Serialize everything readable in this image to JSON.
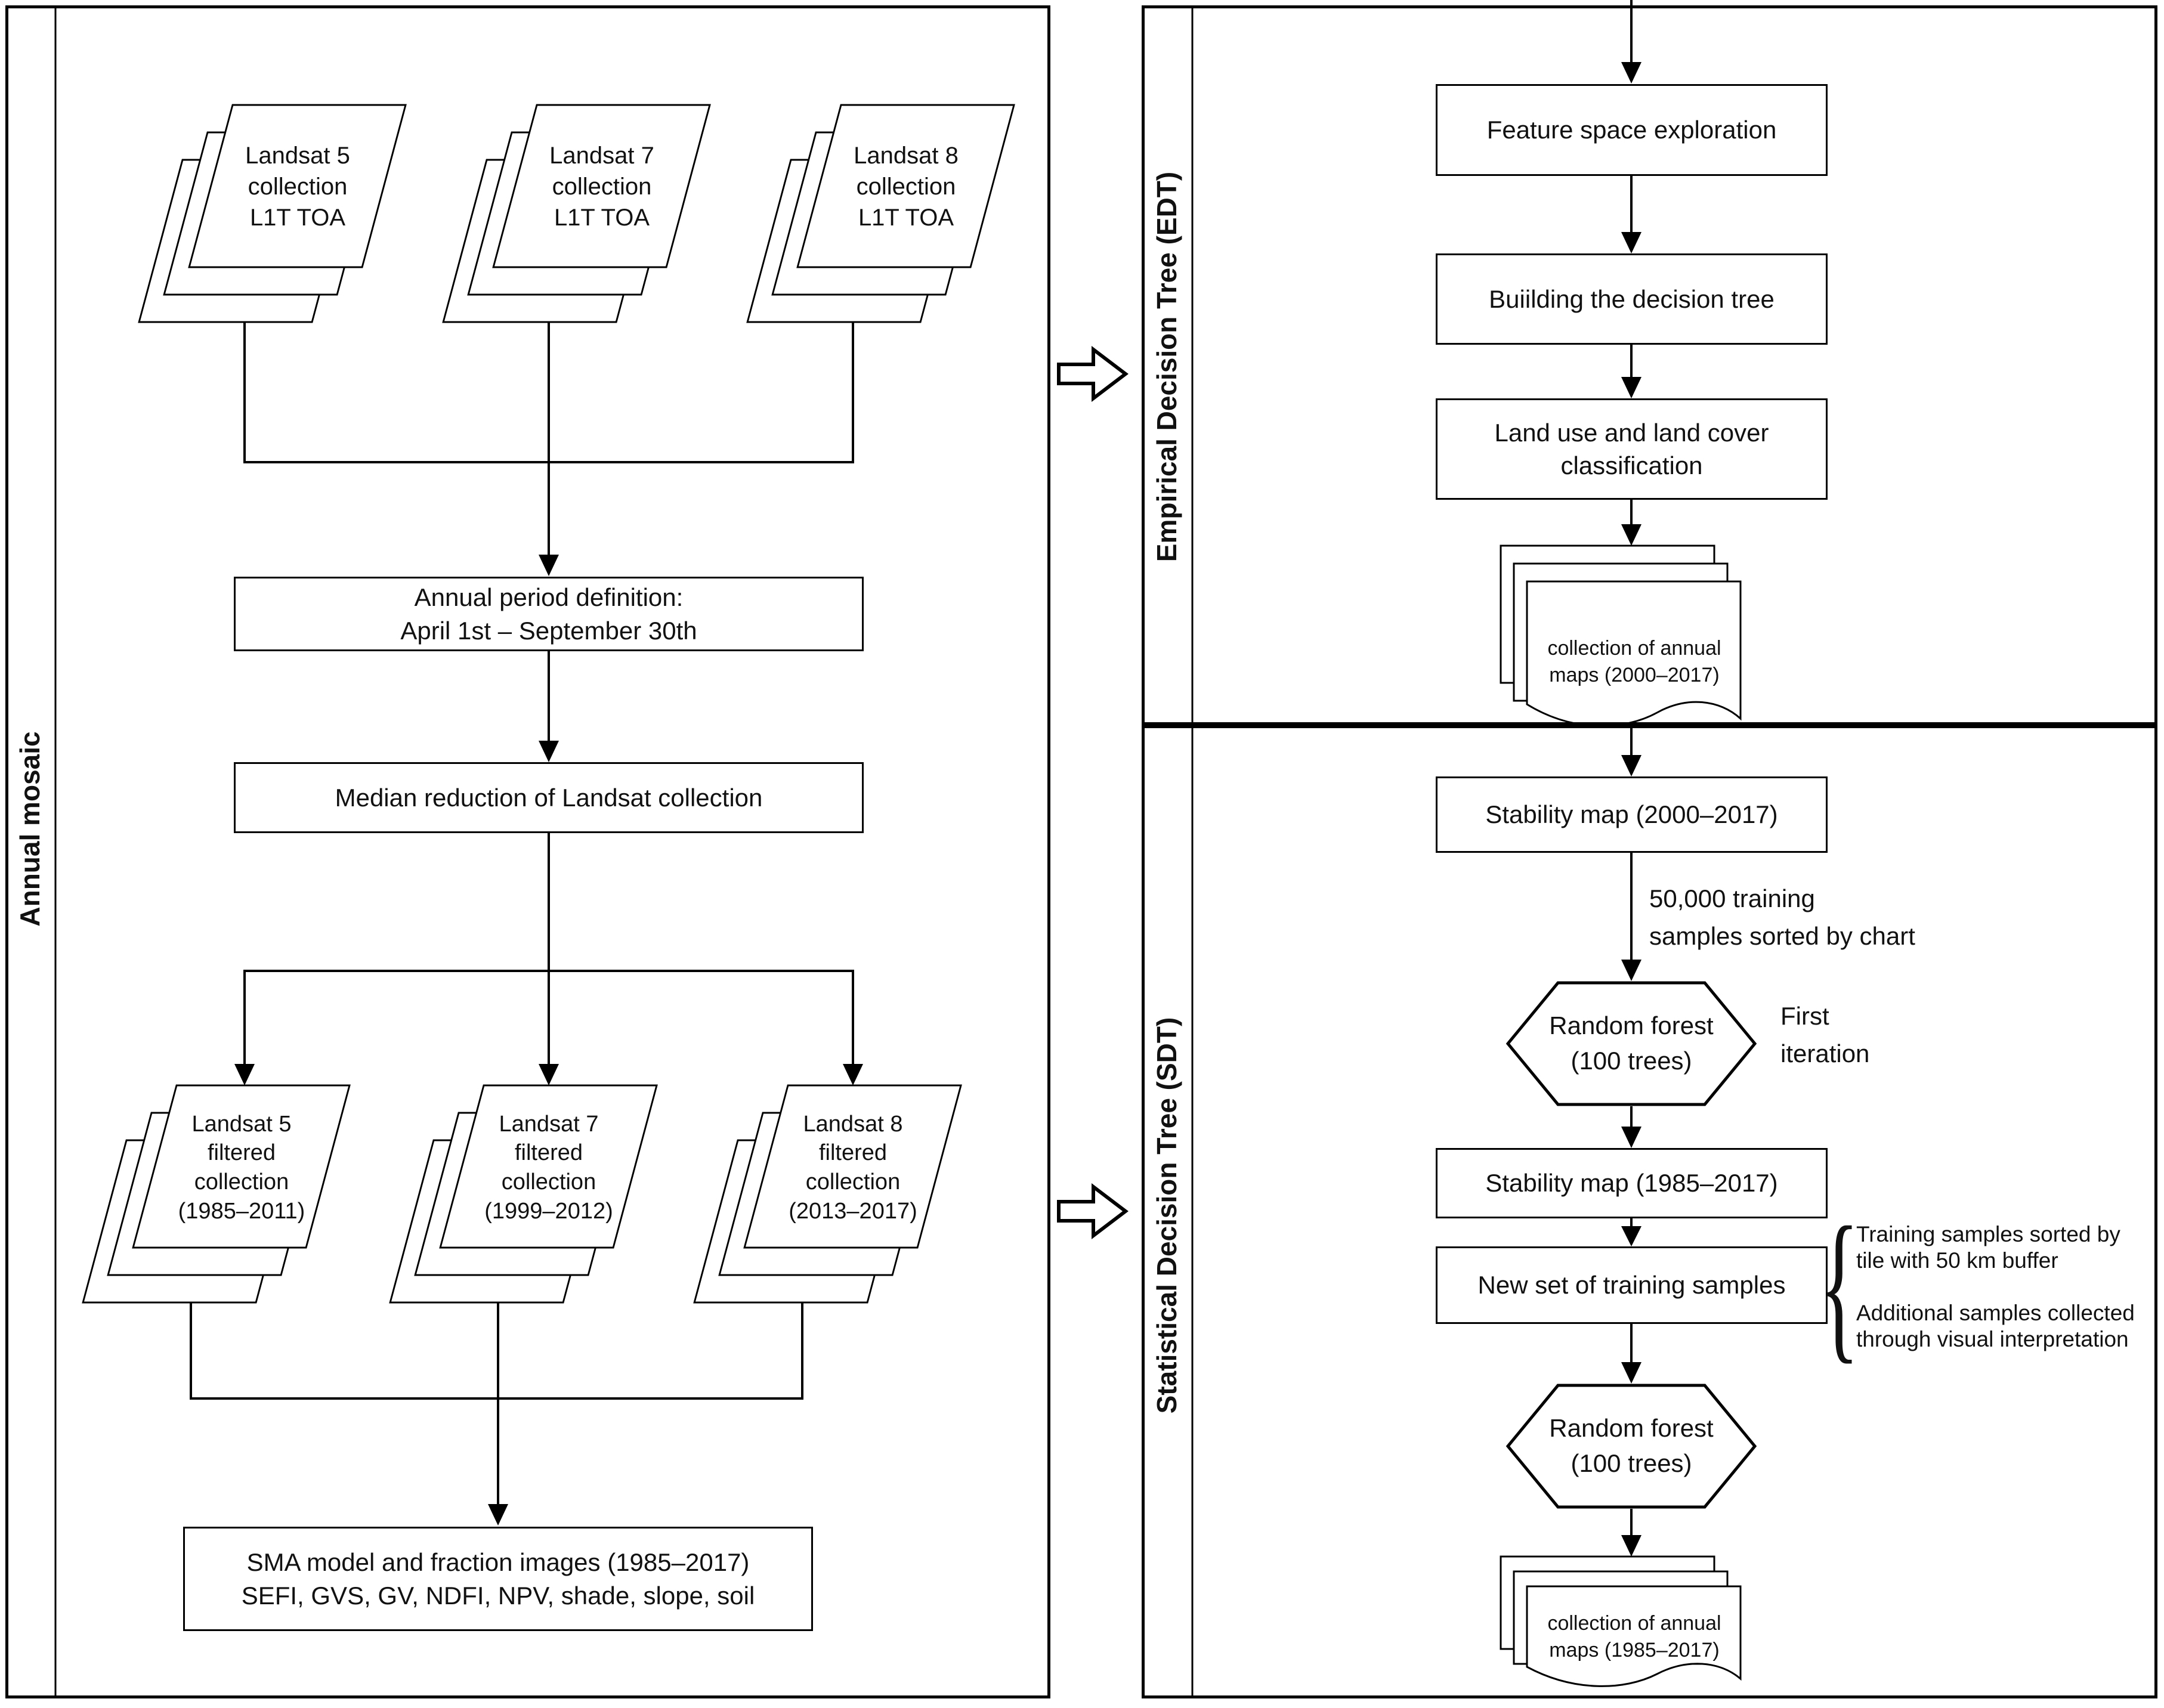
{
  "colors": {
    "stroke": "#000000",
    "background": "#ffffff",
    "text": "#111111"
  },
  "left_panel": {
    "label": "Annual mosaic",
    "stacks_top": [
      {
        "text": "Landsat 5\ncollection\nL1T TOA"
      },
      {
        "text": "Landsat 7\ncollection\nL1T TOA"
      },
      {
        "text": "Landsat 8\ncollection\nL1T TOA"
      }
    ],
    "annual_period_box": "Annual period definition:\nApril 1st – September 30th",
    "median_box": "Median reduction of Landsat collection",
    "stacks_filtered": [
      {
        "text": "Landsat 5\nfiltered\ncollection\n(1985–2011)"
      },
      {
        "text": "Landsat 7\nfiltered\ncollection\n(1999–2012)"
      },
      {
        "text": "Landsat 8\nfiltered\ncollection\n(2013–2017)"
      }
    ],
    "sma_box": "SMA model and fraction images (1985–2017)\nSEFI, GVS, GV, NDFI, NPV, shade, slope, soil"
  },
  "edt_panel": {
    "label": "Empirical Decision Tree (EDT)",
    "feature_box": "Feature space exploration",
    "building_box": "Buiilding the decision tree",
    "classification_box": "Land use and land cover\nclassification",
    "maps_doc": "collection of annual\nmaps (2000–2017)"
  },
  "sdt_panel": {
    "label": "Statistical Decision Tree (SDT)",
    "stability_2000_box": "Stability map (2000–2017)",
    "training_samples_note": "50,000 training\nsamples sorted by chart",
    "random_forest_1": "Random forest\n(100 trees)",
    "first_iteration_note": "First\niteration",
    "stability_1985_box": "Stability map (1985–2017)",
    "new_training_box": "New set of training samples",
    "brace_icon": "{",
    "brace_note_1": "Training samples sorted by\ntile with 50 km buffer",
    "brace_note_2": "Additional samples collected\nthrough visual interpretation",
    "random_forest_2": "Random forest\n(100 trees)",
    "maps_doc": "collection of annual\nmaps (1985–2017)"
  }
}
